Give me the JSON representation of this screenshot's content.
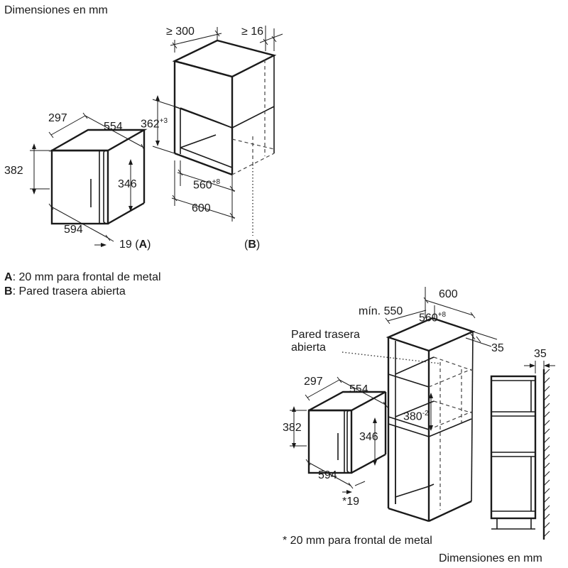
{
  "top_diagram": {
    "units_title": "Dimensiones en mm",
    "appliance": {
      "depth": "297",
      "width": "554",
      "height": "382",
      "inner_height": "346",
      "front_width": "594",
      "front_overhang": "19"
    },
    "front_overhang_ref": "A",
    "cabinet": {
      "depth_min": "≥ 300",
      "side_gap_min": "≥ 16",
      "niche_height": "362",
      "niche_height_tol": "+3",
      "niche_width": "560",
      "niche_width_tol": "+8",
      "cabinet_width": "600"
    },
    "rear_wall_ref": "B"
  },
  "legend": [
    {
      "key": "A",
      "text": ": 20 mm para frontal de metal"
    },
    {
      "key": "B",
      "text": ": Pared trasera abierta"
    }
  ],
  "bottom_diagram": {
    "cabinet": {
      "cabinet_width": "600",
      "min_depth_label": "mín. 550",
      "niche_width": "560",
      "niche_width_tol": "+8",
      "side_gap": "35",
      "niche_height": "380",
      "niche_height_tol": "-2"
    },
    "open_back_label_line1": "Pared trasera",
    "open_back_label_line2": "abierta",
    "side_view_gap": "35",
    "appliance": {
      "depth": "297",
      "width": "554",
      "height": "382",
      "inner_height": "346",
      "front_width": "594",
      "front_overhang": "*19"
    },
    "footnote": "* 20 mm para frontal de metal",
    "units_title": "Dimensiones en mm"
  },
  "colors": {
    "line": "#1a1a1a",
    "background": "#ffffff"
  }
}
